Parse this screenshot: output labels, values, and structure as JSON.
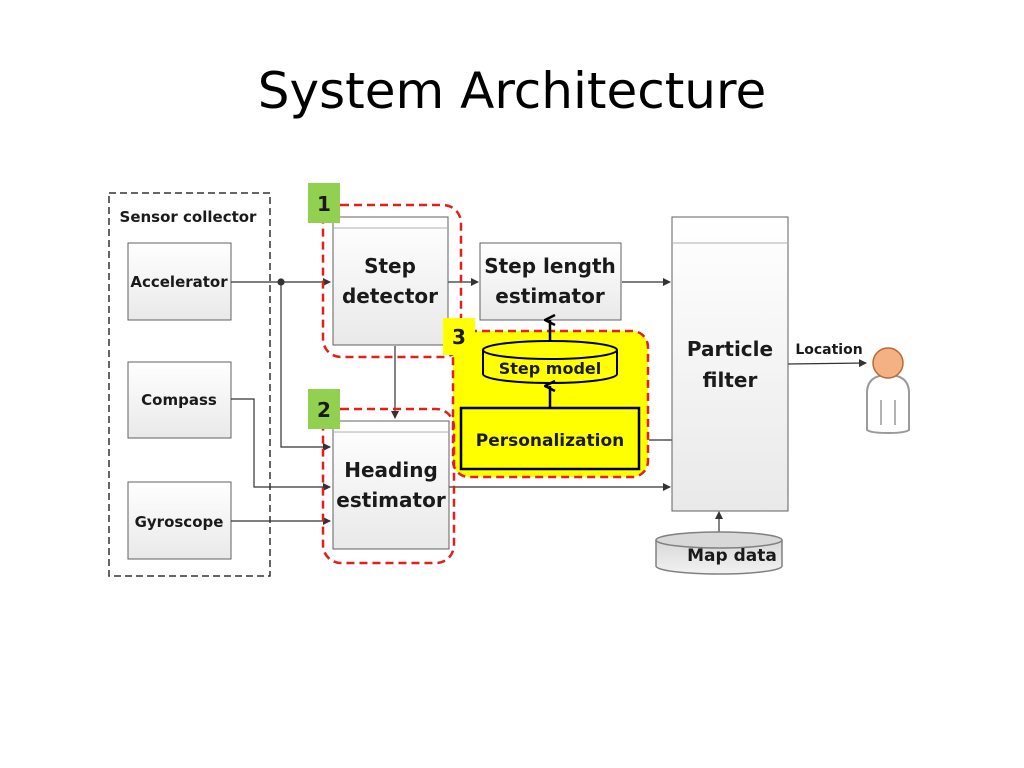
{
  "slide": {
    "title": "System Architecture"
  },
  "sensor_collector": {
    "label": "Sensor collector",
    "sensors": [
      "Accelerator",
      "Compass",
      "Gyroscope"
    ]
  },
  "modules": {
    "step_detector": [
      "Step",
      "detector"
    ],
    "step_length_estimator": [
      "Step length",
      "estimator"
    ],
    "heading_estimator": [
      "Heading",
      "estimator"
    ],
    "particle_filter": [
      "Particle",
      "filter"
    ],
    "step_model": "Step model",
    "personalization": "Personalization",
    "map_data": "Map data",
    "location": "Location"
  },
  "badges": [
    "1",
    "2",
    "3"
  ],
  "colors": {
    "highlight_dashed": "#e0201c",
    "personalization_fill": "#ffff00",
    "badge_green": "#92d050",
    "badge_yellow": "#ffff00",
    "box_border": "#606060"
  }
}
